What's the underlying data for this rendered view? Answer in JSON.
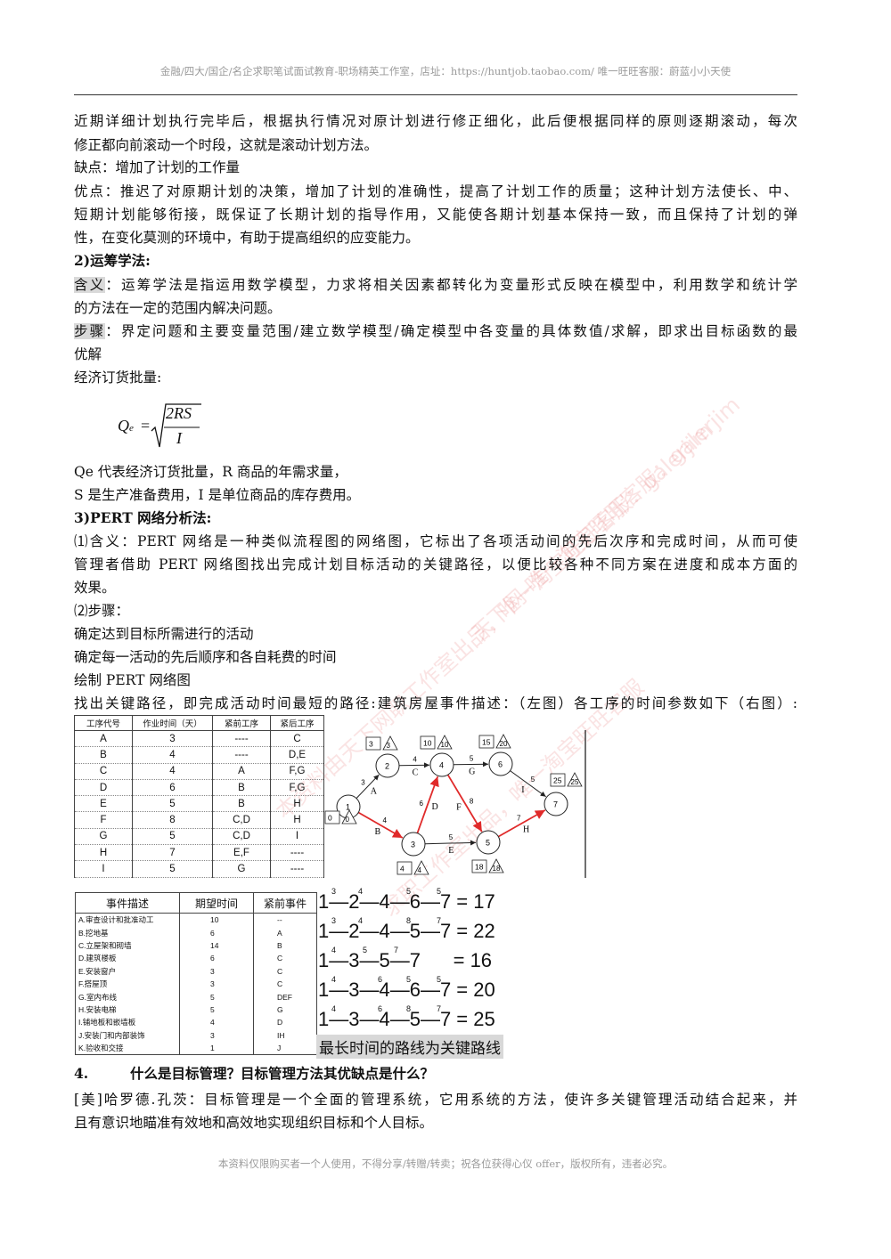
{
  "header": {
    "text": "金融/四大/国企/名企求职笔试面试教育-职场精英工作室，店址：https://huntjob.taobao.com/  唯一旺旺客服：蔚蓝小小天使"
  },
  "intro": {
    "line1": "近期详细计划执行完毕后，根据执行情况对原计划进行修正细化，此后便根据同样的原则逐期滚动，每次",
    "line2": "修正都向前滚动一个时段，这就是滚动计划方法。",
    "cons": "缺点：增加了计划的工作量",
    "pros1": "优点：推迟了对原期计划的决策，增加了计划的准确性，提高了计划工作的质量；这种计划方法使长、中、",
    "pros2": "短期计划能够衔接，既保证了长期计划的指导作用，又能使各期计划基本保持一致，而且保持了计划的弹",
    "pros3": "性，在变化莫测的环境中，有助于提高组织的应变能力。"
  },
  "or_section": {
    "title": "2)运筹学法:",
    "meaning_label": "含义",
    "meaning1": "：运筹学法是指运用数学模型，力求将相关因素都转化为变量形式反映在模型中，利用数学和统计学",
    "meaning2": "的方法在一定的范围内解决问题。",
    "steps_label": "步骤",
    "steps1": "：界定问题和主要变量范围/建立数学模型/确定模型中各变量的具体数值/求解，即求出目标函数的最",
    "steps2": "优解",
    "eoq_label": "经济订货批量:",
    "formula": {
      "lhs": "Q",
      "lhs_sub": "e",
      "eq": "=",
      "numerator": "2RS",
      "denominator": "I"
    },
    "def1": "Qe 代表经济订货批量，R 商品的年需求量，",
    "def2": "S 是生产准备费用，I 是单位商品的库存费用。"
  },
  "pert_section": {
    "title": "3)PERT 网络分析法:",
    "m1": "⑴含义：PERT 网络是一种类似流程图的网络图，它标出了各项活动间的先后次序和完成时间，从而可使",
    "m2": "管理者借助 PERT 网络图找出完成计划目标活动的关键路径，以便比较各种不同方案在进度和成本方面的",
    "m3": "效果。",
    "steps": "⑵步骤：",
    "s1": "确定达到目标所需进行的活动",
    "s2": "确定每一活动的先后顺序和各自耗费的时间",
    "s3": "绘制 PERT 网络图",
    "s4": "找出关键路径，即完成活动时间最短的路径:建筑房屋事件描述：（左图）各工序的时间参数如下（右图）:"
  },
  "process_table": {
    "headers": [
      "工序代号",
      "作业时间（天）",
      "紧前工序",
      "紧后工序"
    ],
    "rows": [
      [
        "A",
        "3",
        "----",
        "C"
      ],
      [
        "B",
        "4",
        "----",
        "D,E"
      ],
      [
        "C",
        "4",
        "A",
        "F,G"
      ],
      [
        "D",
        "6",
        "B",
        "F,G"
      ],
      [
        "E",
        "5",
        "B",
        "H"
      ],
      [
        "F",
        "8",
        "C,D",
        "H"
      ],
      [
        "G",
        "5",
        "C,D",
        "I"
      ],
      [
        "H",
        "7",
        "E,F",
        "----"
      ],
      [
        "I",
        "5",
        "G",
        "----"
      ]
    ]
  },
  "event_table": {
    "headers": [
      "事件描述",
      "期望时间",
      "紧前事件"
    ],
    "rows": [
      [
        "A.审查设计和批准动工",
        "10",
        "--"
      ],
      [
        "B.挖地基",
        "6",
        "A"
      ],
      [
        "C.立屋架和砌墙",
        "14",
        "B"
      ],
      [
        "D.建筑楼板",
        "6",
        "C"
      ],
      [
        "E.安装窗户",
        "3",
        "C"
      ],
      [
        "F.搭屋顶",
        "3",
        "C"
      ],
      [
        "G.室内布线",
        "5",
        "DEF"
      ],
      [
        "H.安装电梯",
        "5",
        "G"
      ],
      [
        "I.铺地板和嵌墙板",
        "4",
        "D"
      ],
      [
        "J.安装门和内部装饰",
        "3",
        "IH"
      ],
      [
        "K.验收和交接",
        "1",
        "J"
      ]
    ]
  },
  "network": {
    "nodes": [
      {
        "id": "1",
        "early": "0",
        "late": "0"
      },
      {
        "id": "2",
        "early": "3",
        "late": "3"
      },
      {
        "id": "3",
        "early": "4",
        "late": "4"
      },
      {
        "id": "4",
        "early": "10",
        "late": "10"
      },
      {
        "id": "5",
        "early": "18",
        "late": "18"
      },
      {
        "id": "6",
        "early": "15",
        "late": "20"
      },
      {
        "id": "7",
        "early": "25",
        "late": "25"
      }
    ],
    "edges": [
      {
        "label": "A",
        "duration": "3",
        "critical": false
      },
      {
        "label": "B",
        "duration": "4",
        "critical": true
      },
      {
        "label": "C",
        "duration": "4",
        "critical": false
      },
      {
        "label": "D",
        "duration": "6",
        "critical": true
      },
      {
        "label": "E",
        "duration": "5",
        "critical": false
      },
      {
        "label": "F",
        "duration": "8",
        "critical": true
      },
      {
        "label": "G",
        "duration": "5",
        "critical": false
      },
      {
        "label": "H",
        "duration": "7",
        "critical": true
      },
      {
        "label": "I",
        "duration": "5",
        "critical": false
      }
    ],
    "colors": {
      "critical": "#e02a2a",
      "normal": "#222222"
    }
  },
  "paths": [
    {
      "text": "1—2—4—6—7 = 17",
      "weights": [
        "3",
        "4",
        "5",
        "5"
      ]
    },
    {
      "text": "1—2—4—5—7 = 22",
      "weights": [
        "3",
        "4",
        "8",
        "7"
      ]
    },
    {
      "text": "1—3—5—7      = 16",
      "weights": [
        "4",
        "5",
        "7"
      ]
    },
    {
      "text": "1—3—4—6—7 = 20",
      "weights": [
        "4",
        "6",
        "5",
        "5"
      ]
    },
    {
      "text": "1—3—4—5—7 = 25",
      "weights": [
        "4",
        "6",
        "8",
        "7"
      ]
    }
  ],
  "critical_note": "最长时间的路线为关键路线",
  "q4": {
    "num": "4.",
    "title": "什么是目标管理？目标管理方法其优缺点是什么？",
    "l1": "[美]哈罗德.孔茨：目标管理是一个全面的管理系统，它用系统的方法，使许多关键管理活动结合起来，并",
    "l2": "且有意识地瞄准有效地和高效地实现组织目标和个人目标。"
  },
  "watermark": {
    "w1": "天下网-唯一淘宝旺旺客服：galerjim",
    "w2": "本资料由天下网职工作室出品，唯一淘宝旺旺客服：galerjim",
    "w3": "求职工作室出品，唯一淘宝旺旺客服"
  },
  "footer": {
    "text": "本资料仅限购买者一个人使用，不得分享/转赠/转卖；祝各位获得心仪 offer，版权所有，违者必究。"
  }
}
